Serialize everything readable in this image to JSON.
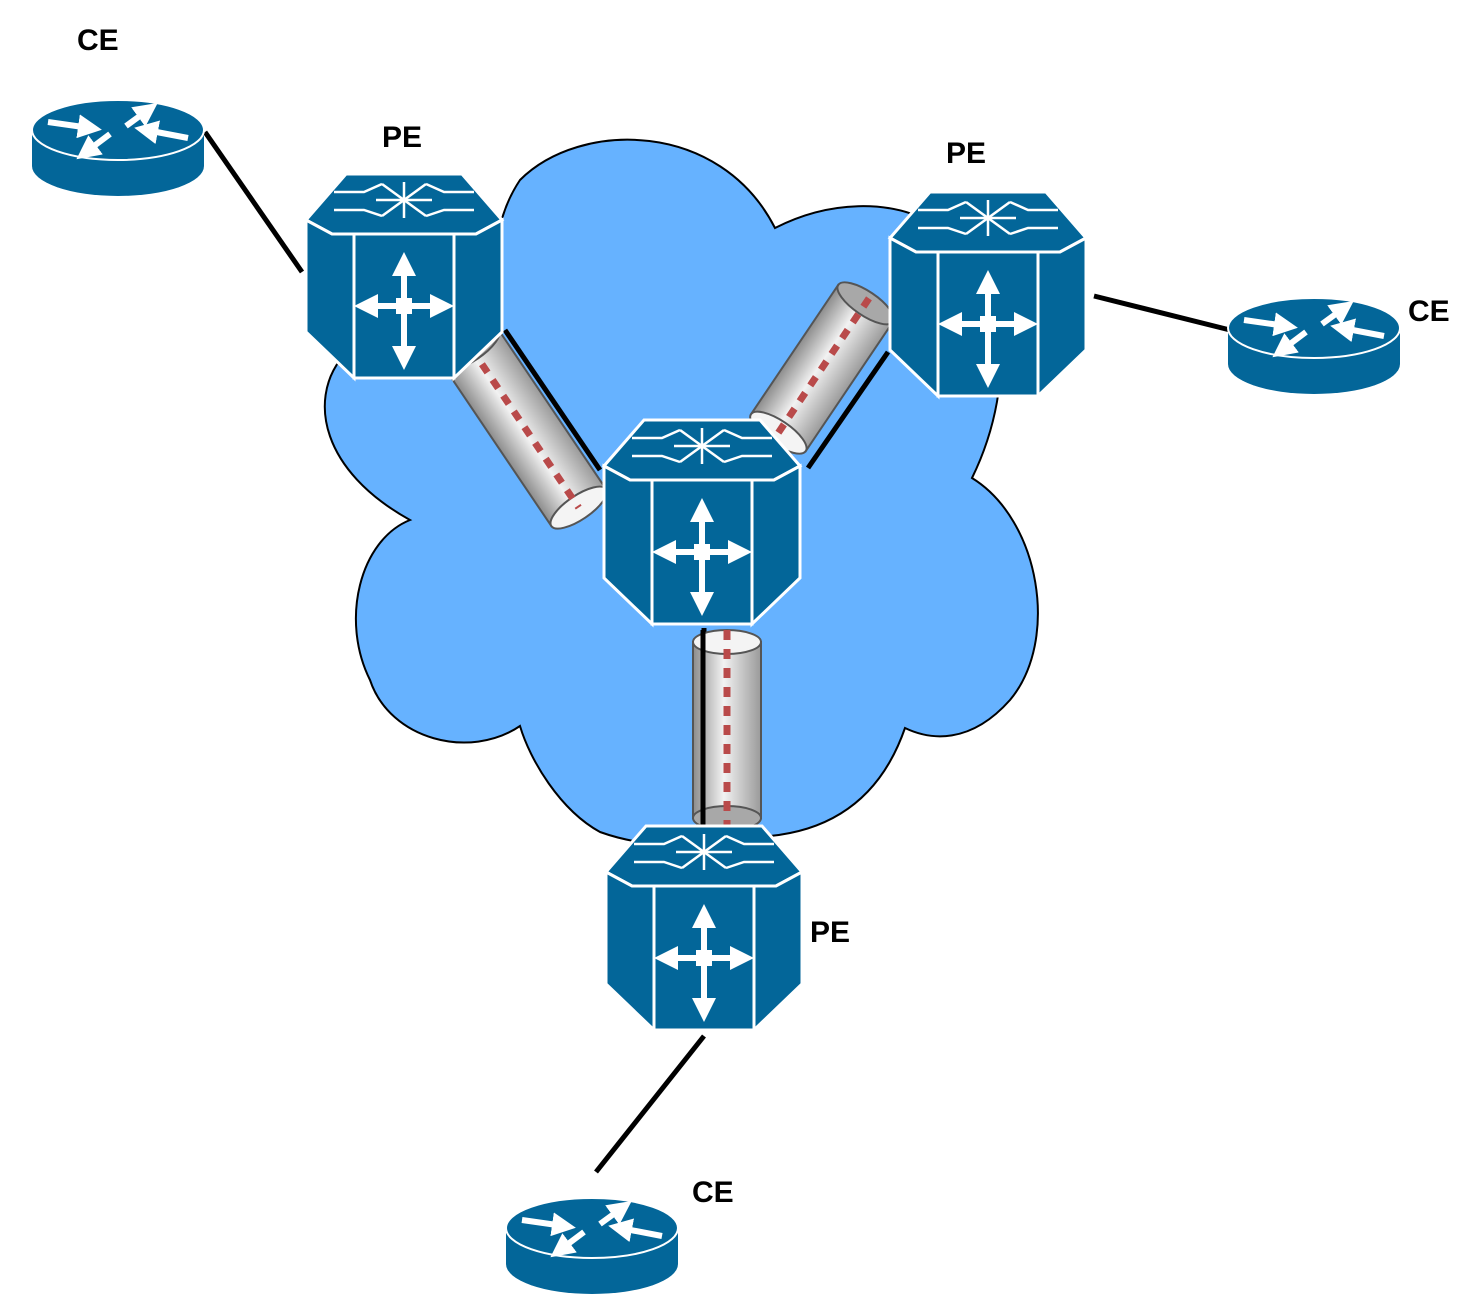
{
  "colors": {
    "cloud": "#66b2ff",
    "device": "#036699",
    "device_dark": "#02557f",
    "link": "#000000",
    "pseudowire": "#b94a4a",
    "tunnel": "#d9d9d9"
  },
  "labels": {
    "ce_top_left": "CE",
    "pe_top_left": "PE",
    "pe_top_right": "PE",
    "ce_right": "CE",
    "pe_bottom": "PE",
    "ce_bottom": "CE"
  },
  "icons": {
    "ce_device": "router-icon",
    "pe_device": "multilayer-switch-icon",
    "core_device": "multilayer-switch-icon",
    "cloud": "network-cloud-icon",
    "tunnel": "tunnel-icon"
  }
}
